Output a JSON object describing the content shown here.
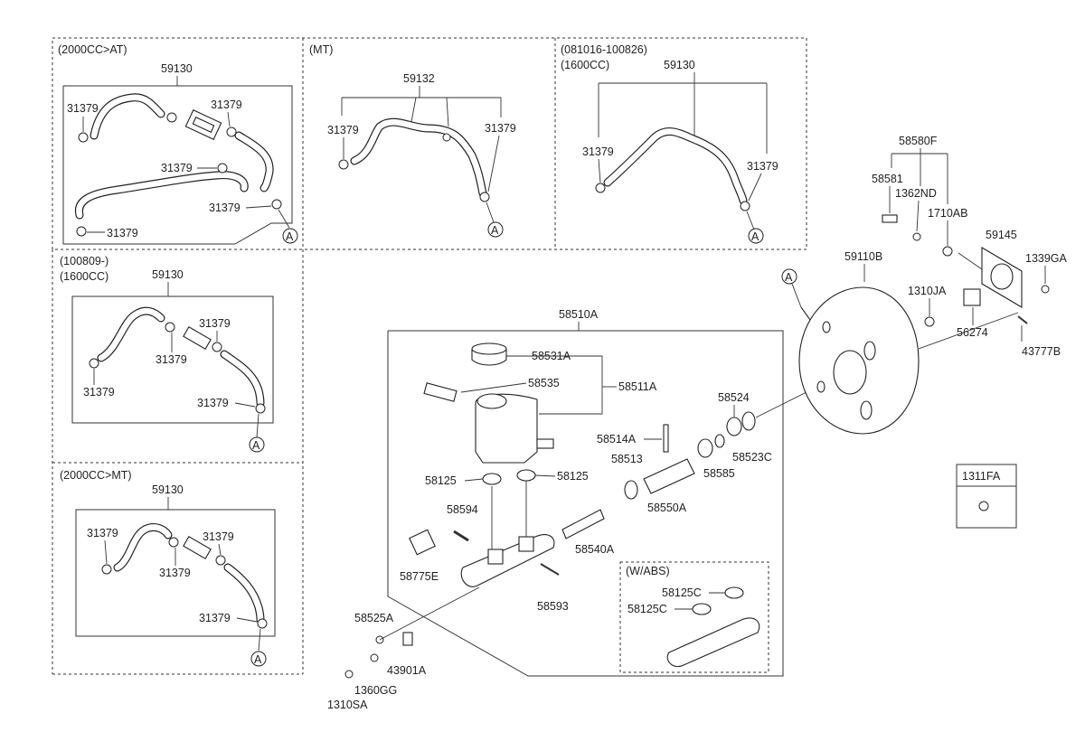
{
  "sections": {
    "at2000": {
      "variant": "(2000CC>AT)",
      "hose": "59130",
      "clips": [
        "31379",
        "31379",
        "31379",
        "31379",
        "31379"
      ],
      "ref": "A"
    },
    "mt": {
      "variant": "(MT)",
      "hose": "59132",
      "clips": [
        "31379",
        "31379"
      ],
      "ref": "A"
    },
    "p1600a": {
      "variant_line1": "(081016-100826)",
      "variant_line2": "(1600CC)",
      "hose": "59130",
      "clips": [
        "31379",
        "31379"
      ],
      "ref": "A"
    },
    "p1600b": {
      "variant_line1": "(100809-)",
      "variant_line2": "(1600CC)",
      "hose": "59130",
      "clips": [
        "31379",
        "31379",
        "31379",
        "31379"
      ],
      "ref": "A"
    },
    "mt2000": {
      "variant": "(2000CC>MT)",
      "hose": "59130",
      "clips": [
        "31379",
        "31379",
        "31379",
        "31379"
      ],
      "ref": "A"
    }
  },
  "master_cylinder": {
    "assembly": "58510A",
    "cap": "58531A",
    "sensor": "58535",
    "reservoir": "58511A",
    "grommet_left": "58125",
    "grommet_right": "58125",
    "pin": "58594",
    "valve": "58775E",
    "screw": "58593",
    "spring": "58540A",
    "ring": "58513",
    "piston": "58550A",
    "rod_pin": "58514A",
    "seal": "58585",
    "washer": "58524",
    "snap_ring": "58523C"
  },
  "abs": {
    "label": "(W/ABS)",
    "grommet_top": "58125C",
    "grommet_bottom": "58125C"
  },
  "bracket": {
    "bolt": "58525A",
    "clip": "43901A",
    "nut": "1360GG",
    "nut2": "1310SA"
  },
  "booster": {
    "assembly": "59110B",
    "ref": "A",
    "nut": "1310JA",
    "gasket": "59145",
    "nut_right": "1339GA",
    "clevis": "56274",
    "pin": "43777B",
    "kit": "58580F",
    "bolt": "58581",
    "clip": "1362ND",
    "ring": "1710AB"
  },
  "legend": {
    "label": "1311FA"
  }
}
